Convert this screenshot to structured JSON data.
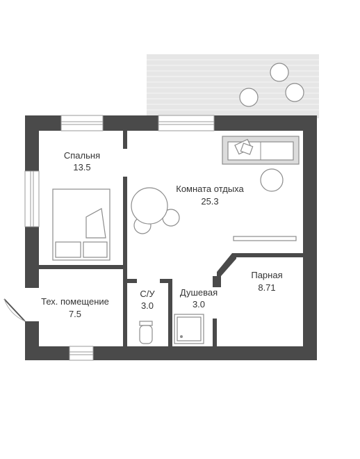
{
  "rooms": [
    {
      "id": "bedroom",
      "name": "Спальня",
      "area": "13.5"
    },
    {
      "id": "lounge",
      "name": "Комната отдыха",
      "area": "25.3"
    },
    {
      "id": "utility",
      "name": "Тех. помещение",
      "area": "7.5"
    },
    {
      "id": "wc",
      "name": "С/У",
      "area": "3.0"
    },
    {
      "id": "shower",
      "name": "Душевая",
      "area": "3.0"
    },
    {
      "id": "sauna",
      "name": "Парная",
      "area": "8.71"
    }
  ],
  "colors": {
    "wall": "#4a4a4a",
    "terrace": "#e6e6e6",
    "window": "#ffffff"
  }
}
